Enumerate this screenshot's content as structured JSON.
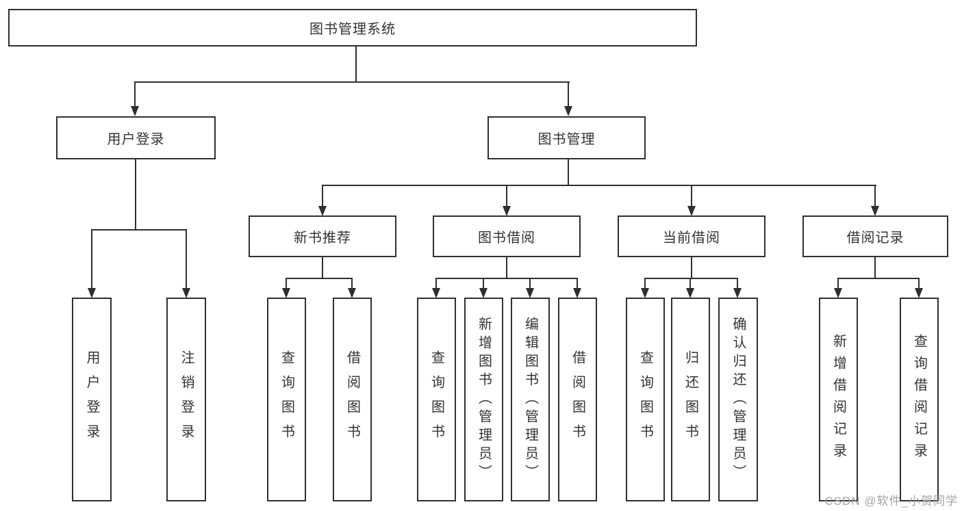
{
  "diagram": {
    "root": {
      "label": "图书管理系统"
    },
    "branches": {
      "user_login": {
        "label": "用户登录",
        "children": {
          "login": {
            "label": "用户登录"
          },
          "logout": {
            "label": "注销登录"
          }
        }
      },
      "book_mgmt": {
        "label": "图书管理",
        "sections": {
          "new_book_rec": {
            "label": "新书推荐",
            "children": {
              "query_books": {
                "label": "查询图书"
              },
              "borrow_books": {
                "label": "借阅图书"
              }
            }
          },
          "book_borrowing": {
            "label": "图书借阅",
            "children": {
              "query_books": {
                "label": "查询图书"
              },
              "add_books_admin": {
                "label": "新增图书（管理员）"
              },
              "edit_books_admin": {
                "label": "编辑图书（管理员）"
              },
              "borrow_books": {
                "label": "借阅图书"
              }
            }
          },
          "current_borrowing": {
            "label": "当前借阅",
            "children": {
              "query_books": {
                "label": "查询图书"
              },
              "return_books": {
                "label": "归还图书"
              },
              "confirm_return_admin": {
                "label": "确认归还（管理员）"
              }
            }
          },
          "borrowing_records": {
            "label": "借阅记录",
            "children": {
              "add_record": {
                "label": "新增借阅记录"
              },
              "query_record": {
                "label": "查询借阅记录"
              }
            }
          }
        }
      }
    },
    "colors": {
      "line": "#2f2f2f",
      "text": "#333333",
      "background": "#ffffff",
      "watermark": "#a3a3a3"
    }
  },
  "watermark": {
    "text": "CSDN @软件_小贺同学"
  }
}
